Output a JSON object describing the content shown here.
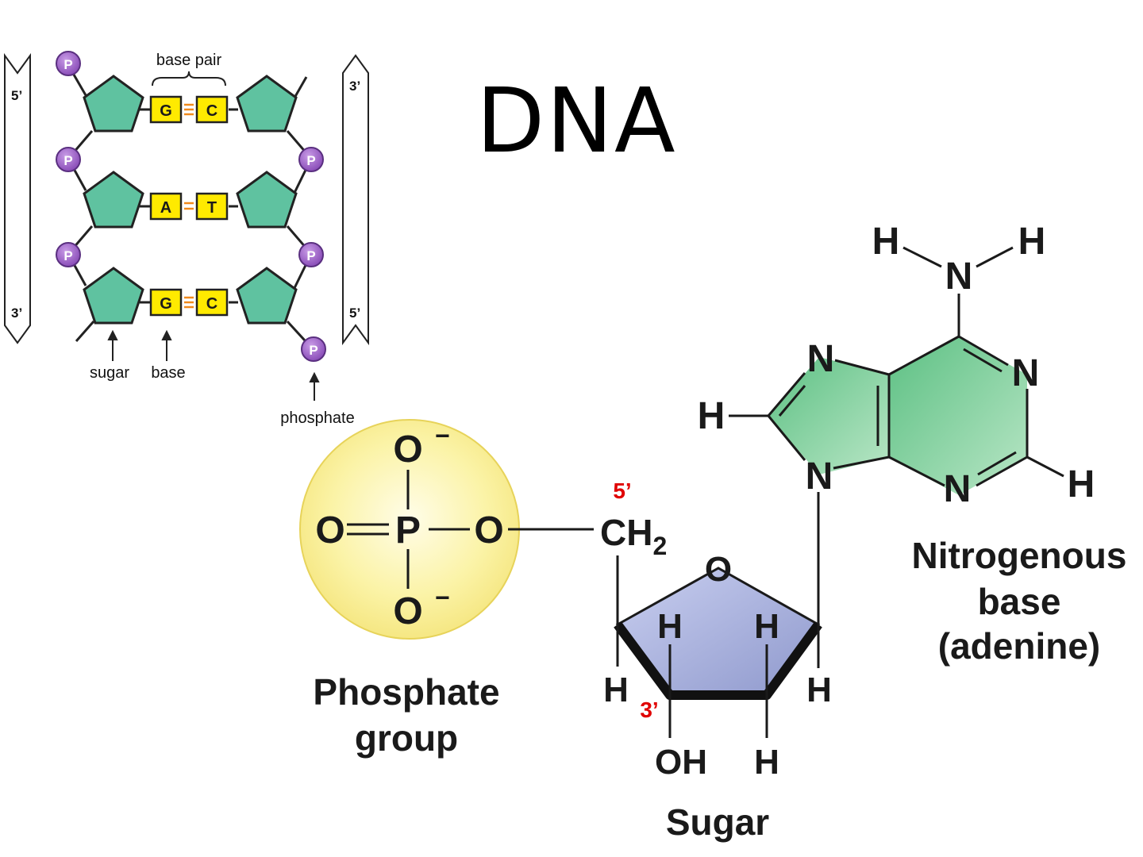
{
  "title": "DNA",
  "strand_diagram": {
    "top_label": "base pair",
    "left_strand": {
      "top": "5’",
      "bottom": "3’"
    },
    "right_strand": {
      "top": "3’",
      "bottom": "5’"
    },
    "phosphate_symbol": "P",
    "pairs": [
      {
        "left": "G",
        "right": "C"
      },
      {
        "left": "A",
        "right": "T"
      },
      {
        "left": "G",
        "right": "C"
      }
    ],
    "labels": {
      "sugar": "sugar",
      "base": "base",
      "phosphate": "phosphate"
    }
  },
  "nucleotide": {
    "phosphate": {
      "o_top": "O",
      "o_left": "O",
      "p": "P",
      "o_right": "O",
      "o_bottom": "O",
      "charge": "−",
      "label_line1": "Phosphate",
      "label_line2": "group"
    },
    "sugar": {
      "ch2": "CH",
      "ch2_sub": "2",
      "ring_o": "O",
      "h_left_up": "H",
      "h_right_up": "H",
      "h_left": "H",
      "h_right": "H",
      "oh": "OH",
      "h_bottom": "H",
      "prime5": "5’",
      "prime3": "3’",
      "label": "Sugar"
    },
    "base": {
      "n_amino": "N",
      "h_amino_left": "H",
      "h_amino_right": "H",
      "n1": "N",
      "n3": "N",
      "n7": "N",
      "n9": "N",
      "h8": "H",
      "h2": "H",
      "label_line1": "Nitrogenous",
      "label_line2": "base",
      "label_line3": "(adenine)"
    }
  },
  "colors": {
    "phosphate_fill": "#fbf3a6",
    "sugar_fill": "#a9b3de",
    "base_fill": "#7fcf9c",
    "pentagon": "#5fc2a0",
    "purple": "#9b62c4",
    "base_box": "#ffea00",
    "prime_red": "#e00000"
  }
}
